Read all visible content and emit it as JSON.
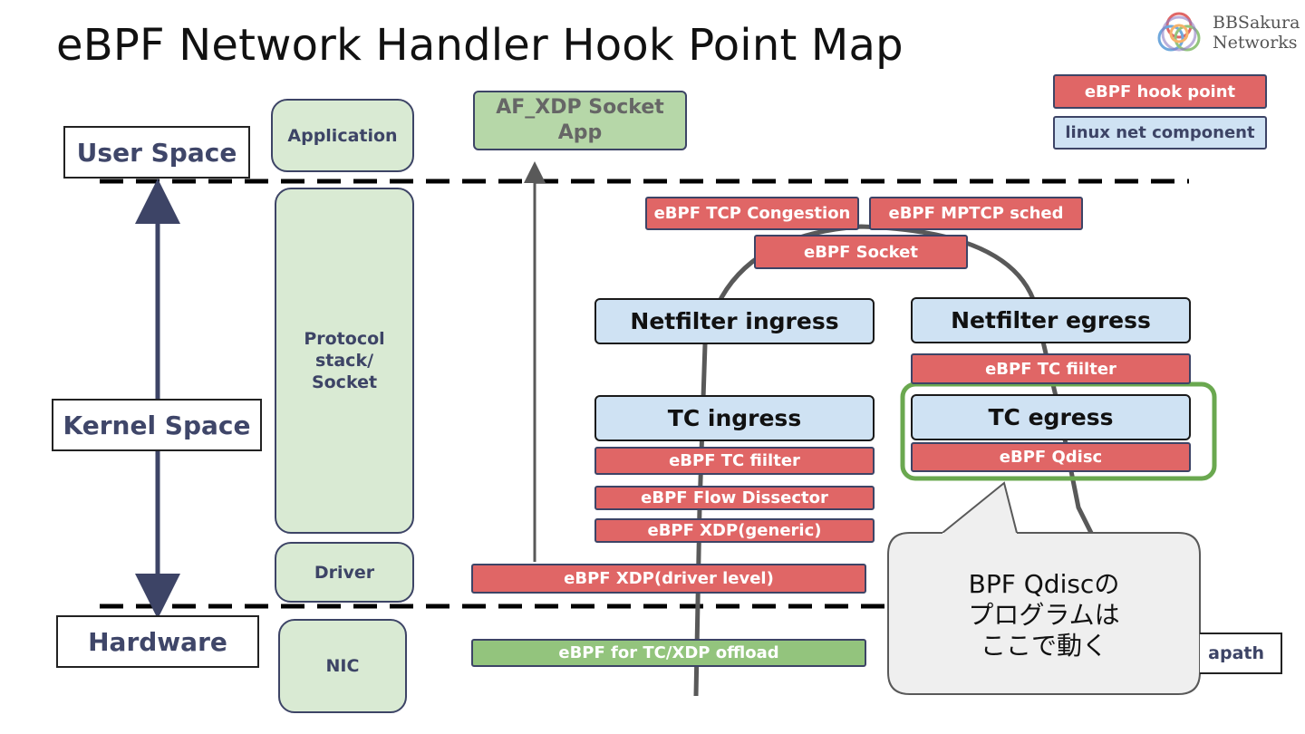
{
  "title": "eBPF Network Handler Hook Point Map",
  "logo": {
    "line1": "BBSakura",
    "line2": "Networks"
  },
  "legend": {
    "hook_point": "eBPF hook point",
    "net_component": "linux net component"
  },
  "spaces": {
    "user": "User Space",
    "kernel": "Kernel Space",
    "hardware": "Hardware"
  },
  "stack": {
    "application": "Application",
    "protocol_line1": "Protocol",
    "protocol_line2": "stack/",
    "protocol_line3": "Socket",
    "driver": "Driver",
    "nic": "NIC"
  },
  "af_xdp": {
    "line1": "AF_XDP Socket",
    "line2": "App"
  },
  "hooks": {
    "tcp_congestion": "eBPF TCP Congestion",
    "mptcp_sched": "eBPF MPTCP sched",
    "socket": "eBPF Socket",
    "tc_filter_egress": "eBPF TC fiilter",
    "tc_filter_ingress": "eBPF TC fiilter",
    "qdisc": "eBPF Qdisc",
    "flow_dissector": "eBPF Flow Dissector",
    "xdp_generic": "eBPF XDP(generic)",
    "xdp_driver": "eBPF XDP(driver level)",
    "offload": "eBPF for TC/XDP offload"
  },
  "components": {
    "netfilter_ingress": "Netfilter ingress",
    "netfilter_egress": "Netfilter egress",
    "tc_ingress": "TC ingress",
    "tc_egress": "TC egress"
  },
  "datapath_partial": "apath",
  "callout": {
    "line1": "BPF Qdiscの",
    "line2": "プログラムは",
    "line3": "ここで動く"
  },
  "colors": {
    "hook_red": "#e06666",
    "component_blue": "#cfe2f3",
    "stack_green": "#d9ead3",
    "offload_green": "#93c47d",
    "highlight_green": "#6aa84f",
    "arrow_navy": "#3d4466"
  }
}
